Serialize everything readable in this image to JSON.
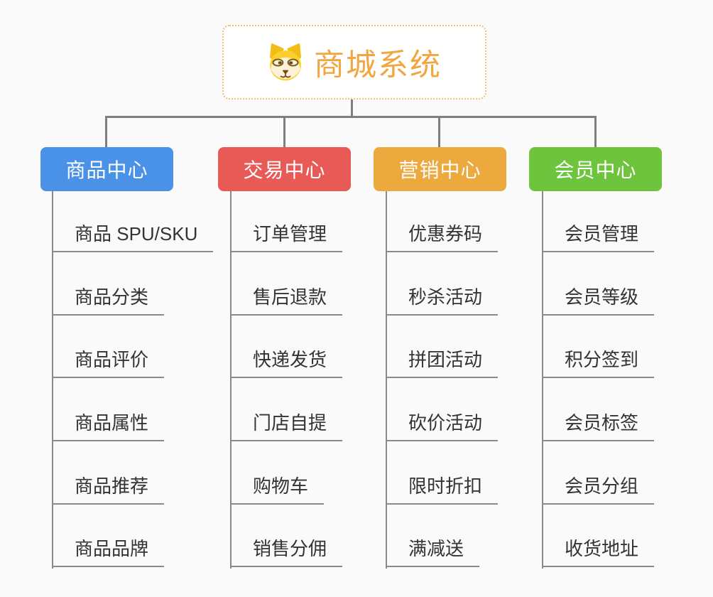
{
  "root": {
    "title": "商城系统",
    "icon": "dog-icon"
  },
  "branches": [
    {
      "label": "商品中心",
      "color": "#4a91e8",
      "items": [
        "商品 SPU/SKU",
        "商品分类",
        "商品评价",
        "商品属性",
        "商品推荐",
        "商品品牌"
      ]
    },
    {
      "label": "交易中心",
      "color": "#e85a56",
      "items": [
        "订单管理",
        "售后退款",
        "快递发货",
        "门店自提",
        "购物车",
        "销售分佣"
      ]
    },
    {
      "label": "营销中心",
      "color": "#eca93d",
      "items": [
        "优惠券码",
        "秒杀活动",
        "拼团活动",
        "砍价活动",
        "限时折扣",
        "满减送"
      ]
    },
    {
      "label": "会员中心",
      "color": "#6ec53d",
      "items": [
        "会员管理",
        "会员等级",
        "积分签到",
        "会员标签",
        "会员分组",
        "收货地址"
      ]
    }
  ],
  "colors": {
    "background": "#fafafa",
    "connector": "#7f7f7f",
    "underline": "#8a8a8a",
    "item_text": "#333333",
    "root_accent": "#f1a640",
    "root_border": "#f2bf72"
  }
}
